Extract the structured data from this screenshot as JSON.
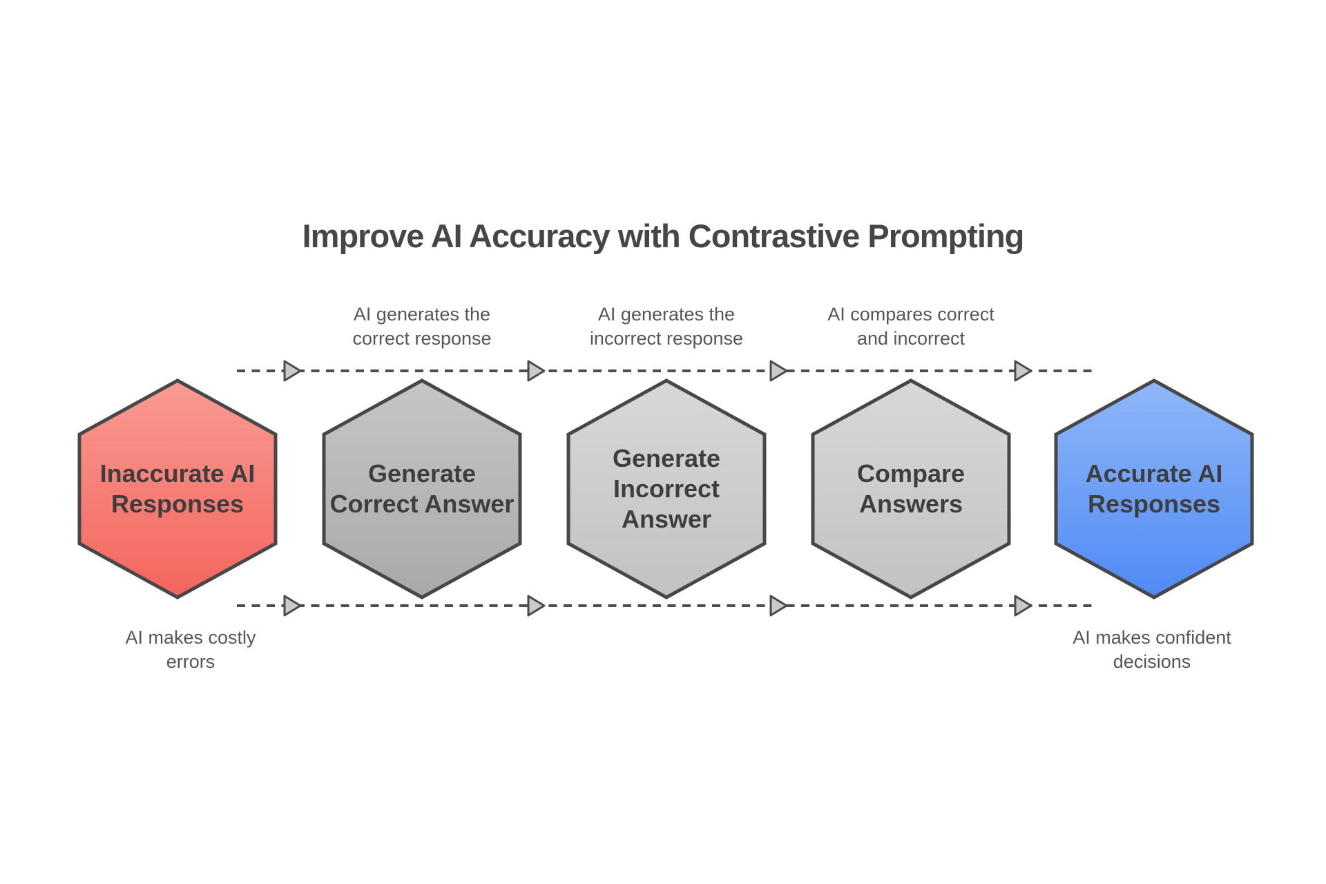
{
  "title": "Improve AI Accuracy with Contrastive Prompting",
  "colors": {
    "background": "#ffffff",
    "title_text": "#464646",
    "node_text": "#3e3e3e",
    "annotation_text": "#565656",
    "node_outline": "#474747",
    "dash_line": "#4d4d4d",
    "arrowhead_fill": "#cacaca",
    "arrowhead_stroke": "#4a4a4a",
    "red_accent": "#f4655d",
    "blue_accent": "#4f8af5"
  },
  "flow": {
    "steps": [
      {
        "label": "Inaccurate AI\nResponses",
        "fill_top": "#f99b93",
        "fill_bottom": "#f4655d"
      },
      {
        "label": "Generate\nCorrect Answer",
        "fill_top": "#c6c6c6",
        "fill_bottom": "#a9a9a9"
      },
      {
        "label": "Generate\nIncorrect\nAnswer",
        "fill_top": "#d8d8d8",
        "fill_bottom": "#c2c2c2"
      },
      {
        "label": "Compare\nAnswers",
        "fill_top": "#d8d8d8",
        "fill_bottom": "#c2c2c2"
      },
      {
        "label": "Accurate AI\nResponses",
        "fill_top": "#90b7f8",
        "fill_bottom": "#4f8af5"
      }
    ],
    "top_annotations": [
      {
        "label": "AI generates the\ncorrect response"
      },
      {
        "label": "AI generates the\nincorrect response"
      },
      {
        "label": "AI compares correct\nand incorrect"
      }
    ],
    "bottom_annotations": [
      {
        "label": "AI makes costly\nerrors"
      },
      {
        "label": "AI makes confident\ndecisions"
      }
    ]
  }
}
